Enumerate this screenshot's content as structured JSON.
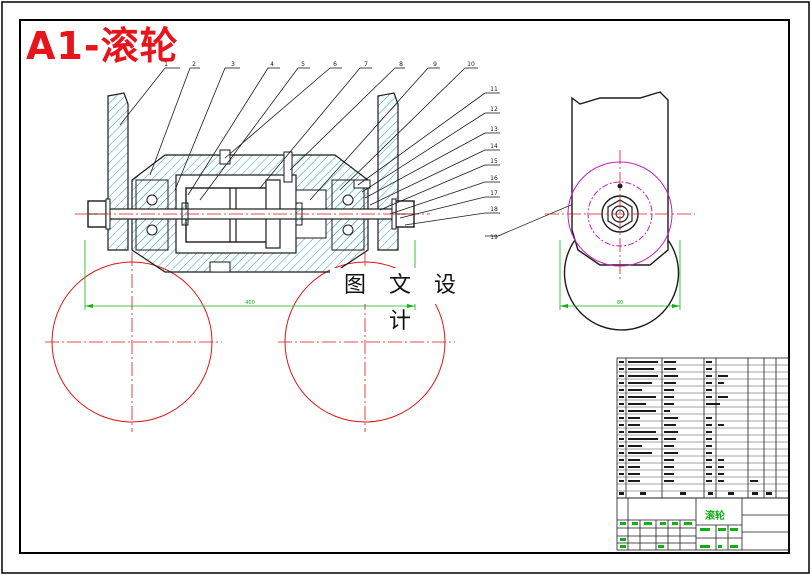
{
  "drawing": {
    "title": "A1-滚轮",
    "watermark": "图 文 设 计",
    "balloon_numbers": [
      "1",
      "2",
      "3",
      "4",
      "5",
      "6",
      "7",
      "8",
      "9",
      "10",
      "11",
      "12",
      "13",
      "14",
      "15",
      "16",
      "17",
      "18",
      "19"
    ],
    "dimension_text_front": "400",
    "dimension_text_side": "80",
    "title_block_name": "滚轮"
  },
  "colors": {
    "border": "#000000",
    "outline": "#1a1a1a",
    "hatch": "#2fa8a8",
    "center_line": "#e01414",
    "dimension": "#10b010",
    "leader": "#1a1a1a",
    "pcd_circle": "#c020c0",
    "title_text": "#e8141c"
  }
}
